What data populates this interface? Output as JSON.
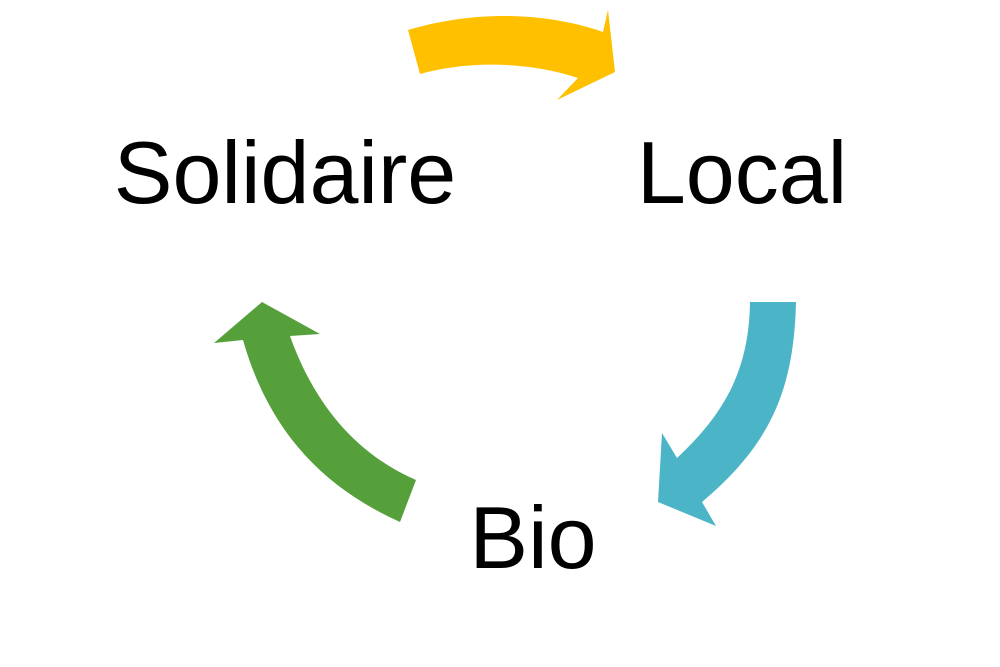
{
  "nodes": [
    {
      "label": "Solidaire"
    },
    {
      "label": "Local"
    },
    {
      "label": "Bio"
    }
  ],
  "arrows": [
    {
      "from": "Solidaire",
      "to": "Local",
      "color": "#FFC000"
    },
    {
      "from": "Local",
      "to": "Bio",
      "color": "#4BB4C6"
    },
    {
      "from": "Bio",
      "to": "Solidaire",
      "color": "#55A03A"
    }
  ]
}
